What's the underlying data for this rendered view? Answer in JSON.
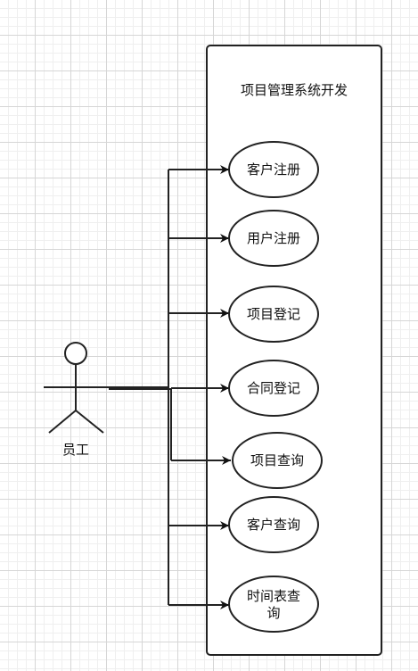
{
  "system": {
    "title": "项目管理系统开发"
  },
  "actor": {
    "label": "员工"
  },
  "use_cases": [
    {
      "id": "uc1",
      "lines": [
        "客户注册"
      ]
    },
    {
      "id": "uc2",
      "lines": [
        "用户注册"
      ]
    },
    {
      "id": "uc3",
      "lines": [
        "项目登记"
      ]
    },
    {
      "id": "uc4",
      "lines": [
        "合同登记"
      ]
    },
    {
      "id": "uc5",
      "lines": [
        "项目查询"
      ]
    },
    {
      "id": "uc6",
      "lines": [
        "客户查询"
      ]
    },
    {
      "id": "uc7",
      "lines": [
        "时间表查",
        "询"
      ]
    }
  ]
}
